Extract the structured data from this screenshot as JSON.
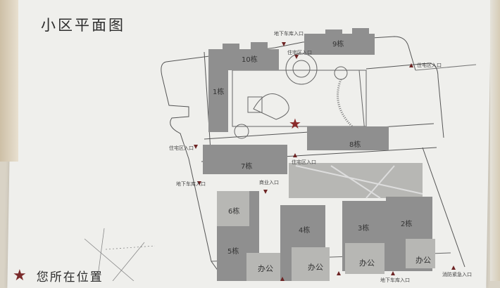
{
  "title": "小区平面图",
  "legend": {
    "marker_icon": "red-star",
    "label": "您所在位置"
  },
  "colors": {
    "star": "#8a2a2a",
    "entrance_marker": "#6e2525",
    "building": "#8f8f8f",
    "office": "#b7b7b4",
    "paper": "#efefec"
  },
  "buildings": [
    {
      "id": "1",
      "label": "1栋"
    },
    {
      "id": "2",
      "label": "2栋"
    },
    {
      "id": "3",
      "label": "3栋"
    },
    {
      "id": "4",
      "label": "4栋"
    },
    {
      "id": "5",
      "label": "5栋"
    },
    {
      "id": "6",
      "label": "6栋"
    },
    {
      "id": "7",
      "label": "7栋"
    },
    {
      "id": "8",
      "label": "8栋"
    },
    {
      "id": "9",
      "label": "9栋"
    },
    {
      "id": "10",
      "label": "10栋"
    }
  ],
  "offices": [
    "办公",
    "办公",
    "办公",
    "办公"
  ],
  "entrances": [
    {
      "label": "地下车库入口",
      "position": "top"
    },
    {
      "label": "住宅区入口",
      "position": "top-center"
    },
    {
      "label": "住宅区入口",
      "position": "right"
    },
    {
      "label": "住宅区入口",
      "position": "left"
    },
    {
      "label": "住宅区入口",
      "position": "center"
    },
    {
      "label": "地下车库入口",
      "position": "left-lower"
    },
    {
      "label": "商业入口",
      "position": "center-lower"
    },
    {
      "label": "地下车库入口",
      "position": "bottom"
    },
    {
      "label": "消防紧急入口",
      "position": "bottom-right"
    }
  ]
}
